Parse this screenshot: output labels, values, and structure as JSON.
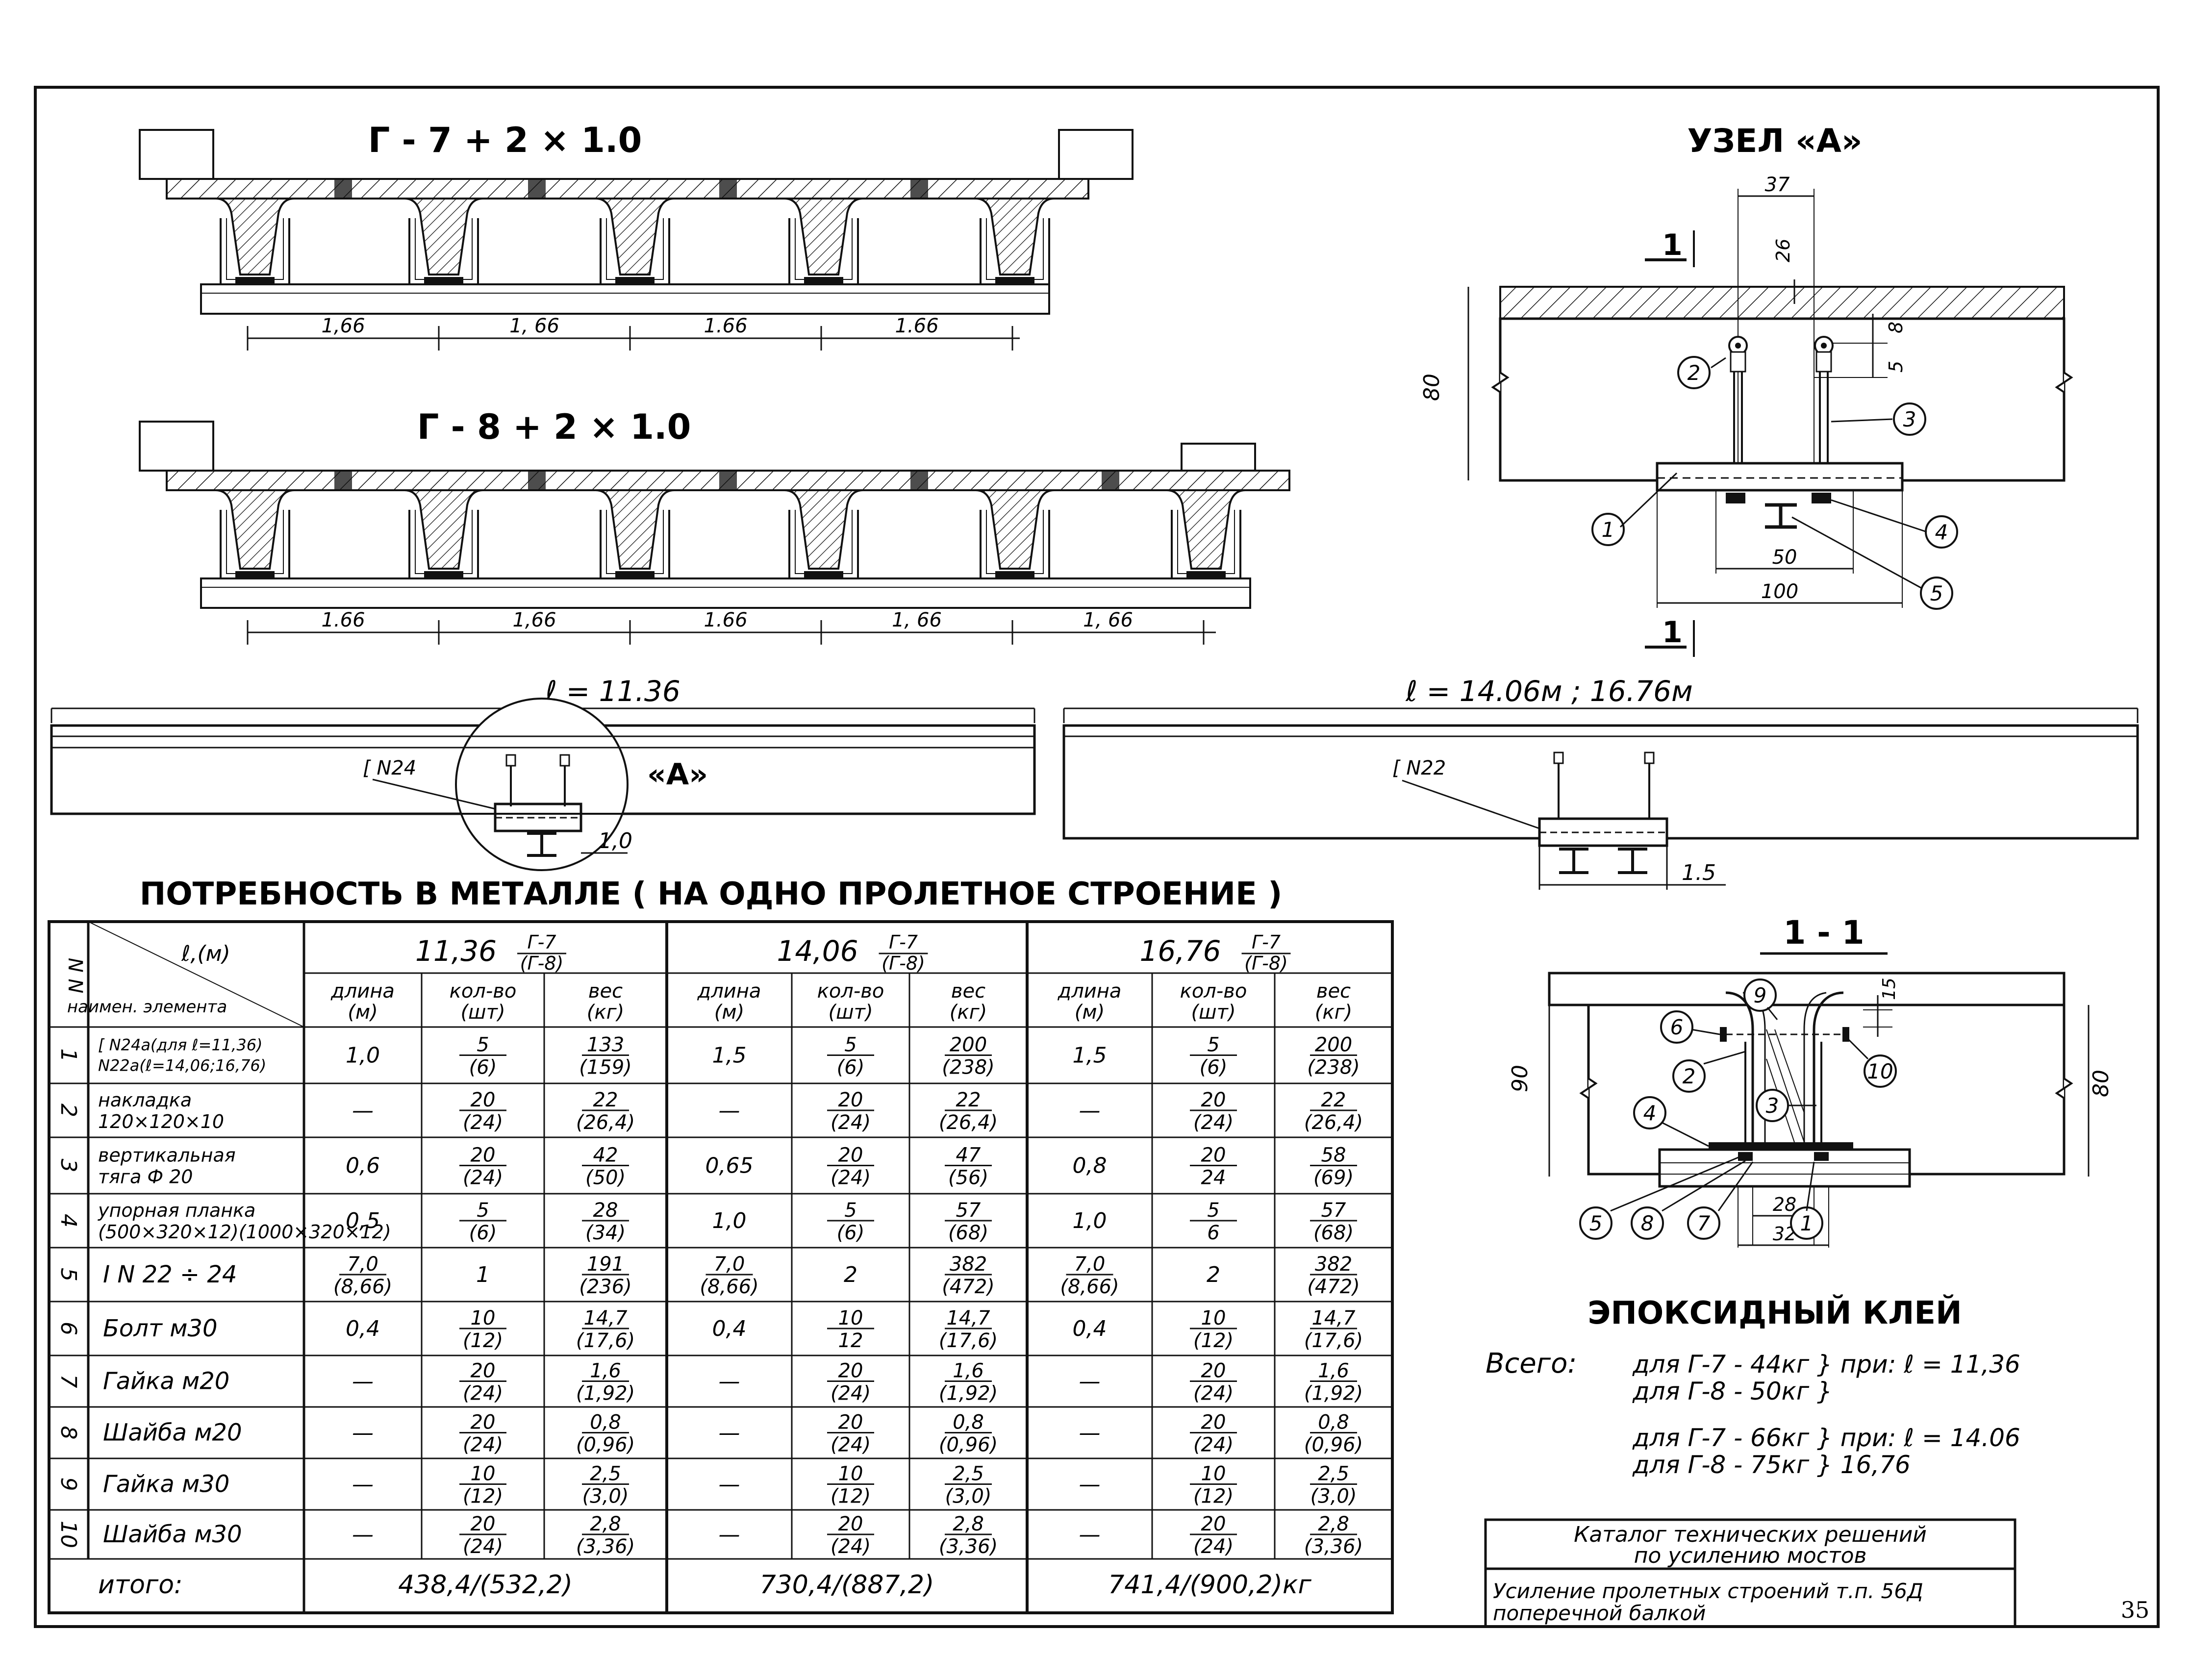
{
  "sheet": {
    "page_number": "35"
  },
  "sections": {
    "g7": {
      "title": "Г - 7 + 2 × 1.0",
      "spans": [
        "1,66",
        "1, 66",
        "1.66",
        "1.66"
      ]
    },
    "g8": {
      "title": "Г - 8 + 2 × 1.0",
      "spans": [
        "1.66",
        "1,66",
        "1.66",
        "1, 66",
        "1, 66"
      ]
    }
  },
  "elevations": {
    "short": {
      "length": "ℓ = 11.36",
      "channel": "[ N24",
      "node_label": "«А»",
      "dim": "1,0"
    },
    "long": {
      "length": "ℓ = 14.06м ; 16.76м",
      "channel": "[ N22",
      "dim": "1.5"
    }
  },
  "node_a": {
    "title": "УЗЕЛ «А»",
    "cut_label": "1",
    "dims": {
      "top": "37",
      "d26": "26",
      "d8": "8",
      "d5": "5",
      "height": "80",
      "d50": "50",
      "d100": "100"
    },
    "callouts": [
      "1",
      "2",
      "3",
      "4",
      "5"
    ]
  },
  "section_1_1": {
    "title": "1 - 1",
    "dims": {
      "d15": "15",
      "left": "90",
      "right": "80",
      "d28": "28",
      "d32": "32"
    },
    "callouts": [
      "9",
      "6",
      "10",
      "2",
      "3",
      "4",
      "5",
      "8",
      "7",
      "1"
    ]
  },
  "glue": {
    "title": "ЭПОКСИДНЫЙ КЛЕЙ",
    "total_label": "Всего:",
    "line1": "для Г-7 - 44кг }  при: ℓ = 11,36",
    "line2": "для Г-8 - 50кг }",
    "line3": "для Г-7 - 66кг }  при: ℓ = 14.06",
    "line4": "для Г-8 - 75кг }            16,76"
  },
  "table": {
    "title": "ПОТРЕБНОСТЬ В МЕТАЛЛЕ ( НА ОДНО ПРОЛЕТНОЕ СТРОЕНИЕ )",
    "corner_top": "ℓ,(м)",
    "corner_bottom": "наимен. элемента",
    "num_header": "N N",
    "groups": [
      {
        "length": "11,36",
        "types": "Г-7 / (Г-8)"
      },
      {
        "length": "14,06",
        "types": "Г-7 / (Г-8)"
      },
      {
        "length": "16,76",
        "types": "Г-7 / (Г-8)"
      }
    ],
    "subheaders": [
      "длина (м)",
      "кол-во (шт)",
      "вес (кг)"
    ],
    "rows": [
      {
        "n": "1",
        "name": "[ N24а(для ℓ=11,36) / N22а(ℓ=14,06;16,76)",
        "cells": [
          "1,0",
          "5 / (6)",
          "133 / (159)",
          "1,5",
          "5 / (6)",
          "200 / (238)",
          "1,5",
          "5 / (6)",
          "200 / (238)"
        ]
      },
      {
        "n": "2",
        "name": "накладка 120×120×10",
        "cells": [
          "—",
          "20 / (24)",
          "22 / (26,4)",
          "—",
          "20 / (24)",
          "22 / (26,4)",
          "—",
          "20 / (24)",
          "22 / (26,4)"
        ]
      },
      {
        "n": "3",
        "name": "вертикальная тяга Ф 20",
        "cells": [
          "0,6",
          "20 / (24)",
          "42 / (50)",
          "0,65",
          "20 / (24)",
          "47 / (56)",
          "0,8",
          "20 / 24",
          "58 / (69)"
        ]
      },
      {
        "n": "4",
        "name": "упорная планка (500×320×12)(1000×320×12)",
        "cells": [
          "0,5",
          "5 / (6)",
          "28 / (34)",
          "1,0",
          "5 / (6)",
          "57 / (68)",
          "1,0",
          "5 / 6",
          "57 / (68)"
        ]
      },
      {
        "n": "5",
        "name": "I N 22 ÷ 24",
        "cells": [
          "7,0 / (8,66)",
          "1",
          "191 / (236)",
          "7,0 / (8,66)",
          "2",
          "382 / (472)",
          "7,0 / (8,66)",
          "2",
          "382 / (472)"
        ]
      },
      {
        "n": "6",
        "name": "Болт м30",
        "cells": [
          "0,4",
          "10 / (12)",
          "14,7 / (17,6)",
          "0,4",
          "10 / 12",
          "14,7 / (17,6)",
          "0,4",
          "10 / (12)",
          "14,7 / (17,6)"
        ]
      },
      {
        "n": "7",
        "name": "Гайка м20",
        "cells": [
          "—",
          "20 / (24)",
          "1,6 / (1,92)",
          "—",
          "20 / (24)",
          "1,6 / (1,92)",
          "—",
          "20 / (24)",
          "1,6 / (1,92)"
        ]
      },
      {
        "n": "8",
        "name": "Шайба м20",
        "cells": [
          "—",
          "20 / (24)",
          "0,8 / (0,96)",
          "—",
          "20 / (24)",
          "0,8 / (0,96)",
          "—",
          "20 / (24)",
          "0,8 / (0,96)"
        ]
      },
      {
        "n": "9",
        "name": "Гайка м30",
        "cells": [
          "—",
          "10 / (12)",
          "2,5 / (3,0)",
          "—",
          "10 / (12)",
          "2,5 / (3,0)",
          "—",
          "10 / (12)",
          "2,5 / (3,0)"
        ]
      },
      {
        "n": "10",
        "name": "Шайба м30",
        "cells": [
          "—",
          "20 / (24)",
          "2,8 / (3,36)",
          "—",
          "20 / (24)",
          "2,8 / (3,36)",
          "—",
          "20 / (24)",
          "2,8 / (3,36)"
        ]
      }
    ],
    "total_label": "итого:",
    "totals": [
      "438,4/(532,2)",
      "730,4/(887,2)",
      "741,4/(900,2)кг"
    ]
  },
  "stamp": {
    "line1": "Каталог технических решений",
    "line2": "по усилению мостов",
    "line3": "Усиление пролетных строений т.п. 56Д",
    "line4": "поперечной балкой"
  }
}
